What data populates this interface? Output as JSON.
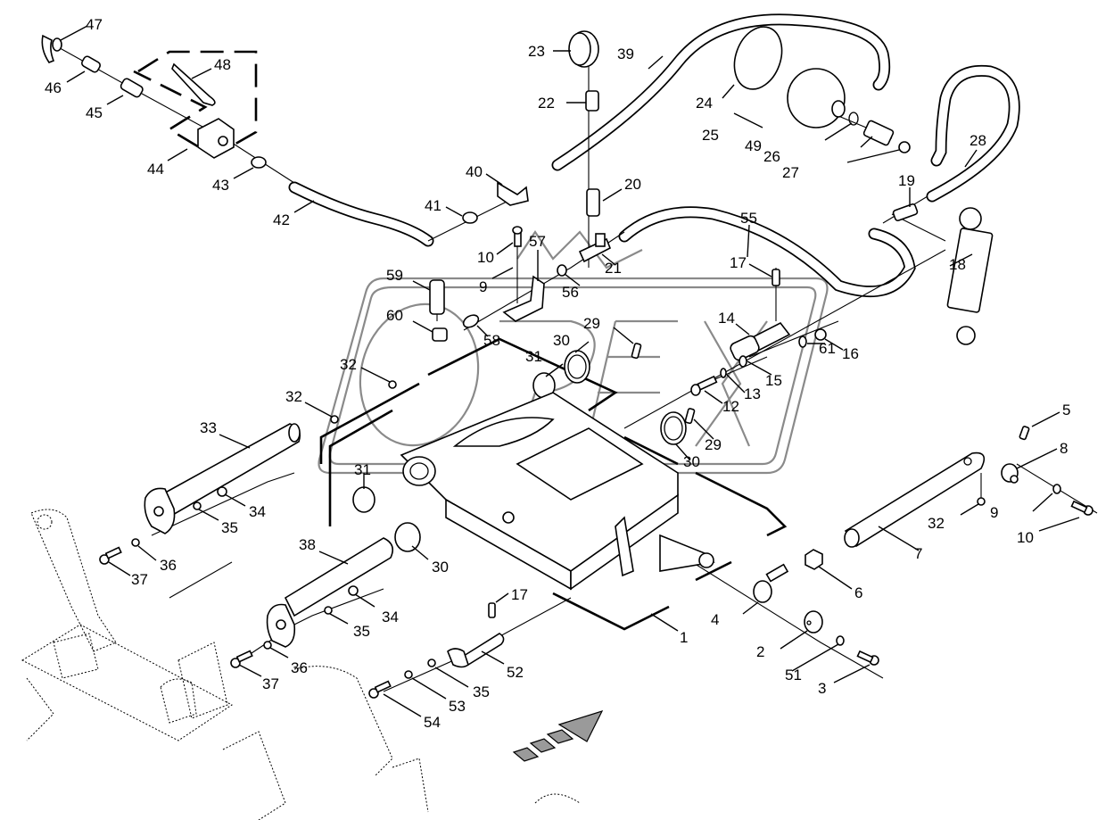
{
  "diagram": {
    "type": "exploded-parts-diagram",
    "watermark": "OPEX",
    "direction_arrow": "travel-direction-arrow",
    "callouts": [
      {
        "id": "c47",
        "label": "47"
      },
      {
        "id": "c46",
        "label": "46"
      },
      {
        "id": "c45",
        "label": "45"
      },
      {
        "id": "c48",
        "label": "48"
      },
      {
        "id": "c44",
        "label": "44"
      },
      {
        "id": "c43",
        "label": "43"
      },
      {
        "id": "c42",
        "label": "42"
      },
      {
        "id": "c41",
        "label": "41"
      },
      {
        "id": "c40",
        "label": "40"
      },
      {
        "id": "c23",
        "label": "23"
      },
      {
        "id": "c22",
        "label": "22"
      },
      {
        "id": "c39",
        "label": "39"
      },
      {
        "id": "c24",
        "label": "24"
      },
      {
        "id": "c25",
        "label": "25"
      },
      {
        "id": "c49",
        "label": "49"
      },
      {
        "id": "c26",
        "label": "26"
      },
      {
        "id": "c27",
        "label": "27"
      },
      {
        "id": "c28",
        "label": "28"
      },
      {
        "id": "c20",
        "label": "20"
      },
      {
        "id": "c19",
        "label": "19"
      },
      {
        "id": "c55",
        "label": "55"
      },
      {
        "id": "c18",
        "label": "18"
      },
      {
        "id": "c10a",
        "label": "10"
      },
      {
        "id": "c57",
        "label": "57"
      },
      {
        "id": "c21",
        "label": "21"
      },
      {
        "id": "c9a",
        "label": "9"
      },
      {
        "id": "c56",
        "label": "56"
      },
      {
        "id": "c17a",
        "label": "17"
      },
      {
        "id": "c59",
        "label": "59"
      },
      {
        "id": "c60",
        "label": "60"
      },
      {
        "id": "c58",
        "label": "58"
      },
      {
        "id": "c14",
        "label": "14"
      },
      {
        "id": "c16",
        "label": "16"
      },
      {
        "id": "c61",
        "label": "61"
      },
      {
        "id": "c29a",
        "label": "29"
      },
      {
        "id": "c30a",
        "label": "30"
      },
      {
        "id": "c15",
        "label": "15"
      },
      {
        "id": "c13",
        "label": "13"
      },
      {
        "id": "c12",
        "label": "12"
      },
      {
        "id": "c31a",
        "label": "31"
      },
      {
        "id": "c32a",
        "label": "32"
      },
      {
        "id": "c32b",
        "label": "32"
      },
      {
        "id": "c29b",
        "label": "29"
      },
      {
        "id": "c30b",
        "label": "30"
      },
      {
        "id": "c33",
        "label": "33"
      },
      {
        "id": "c34a",
        "label": "34"
      },
      {
        "id": "c35a",
        "label": "35"
      },
      {
        "id": "c31b",
        "label": "31"
      },
      {
        "id": "c36a",
        "label": "36"
      },
      {
        "id": "c37a",
        "label": "37"
      },
      {
        "id": "c38",
        "label": "38"
      },
      {
        "id": "c30c",
        "label": "30"
      },
      {
        "id": "c34b",
        "label": "34"
      },
      {
        "id": "c35b",
        "label": "35"
      },
      {
        "id": "c36b",
        "label": "36"
      },
      {
        "id": "c37b",
        "label": "37"
      },
      {
        "id": "c5",
        "label": "5"
      },
      {
        "id": "c8",
        "label": "8"
      },
      {
        "id": "c9b",
        "label": "9"
      },
      {
        "id": "c10b",
        "label": "10"
      },
      {
        "id": "c32c",
        "label": "32"
      },
      {
        "id": "c7",
        "label": "7"
      },
      {
        "id": "c6",
        "label": "6"
      },
      {
        "id": "c4",
        "label": "4"
      },
      {
        "id": "c1",
        "label": "1"
      },
      {
        "id": "c2",
        "label": "2"
      },
      {
        "id": "c51",
        "label": "51"
      },
      {
        "id": "c3",
        "label": "3"
      },
      {
        "id": "c17b",
        "label": "17"
      },
      {
        "id": "c52",
        "label": "52"
      },
      {
        "id": "c35c",
        "label": "35"
      },
      {
        "id": "c53",
        "label": "53"
      },
      {
        "id": "c54",
        "label": "54"
      }
    ]
  }
}
